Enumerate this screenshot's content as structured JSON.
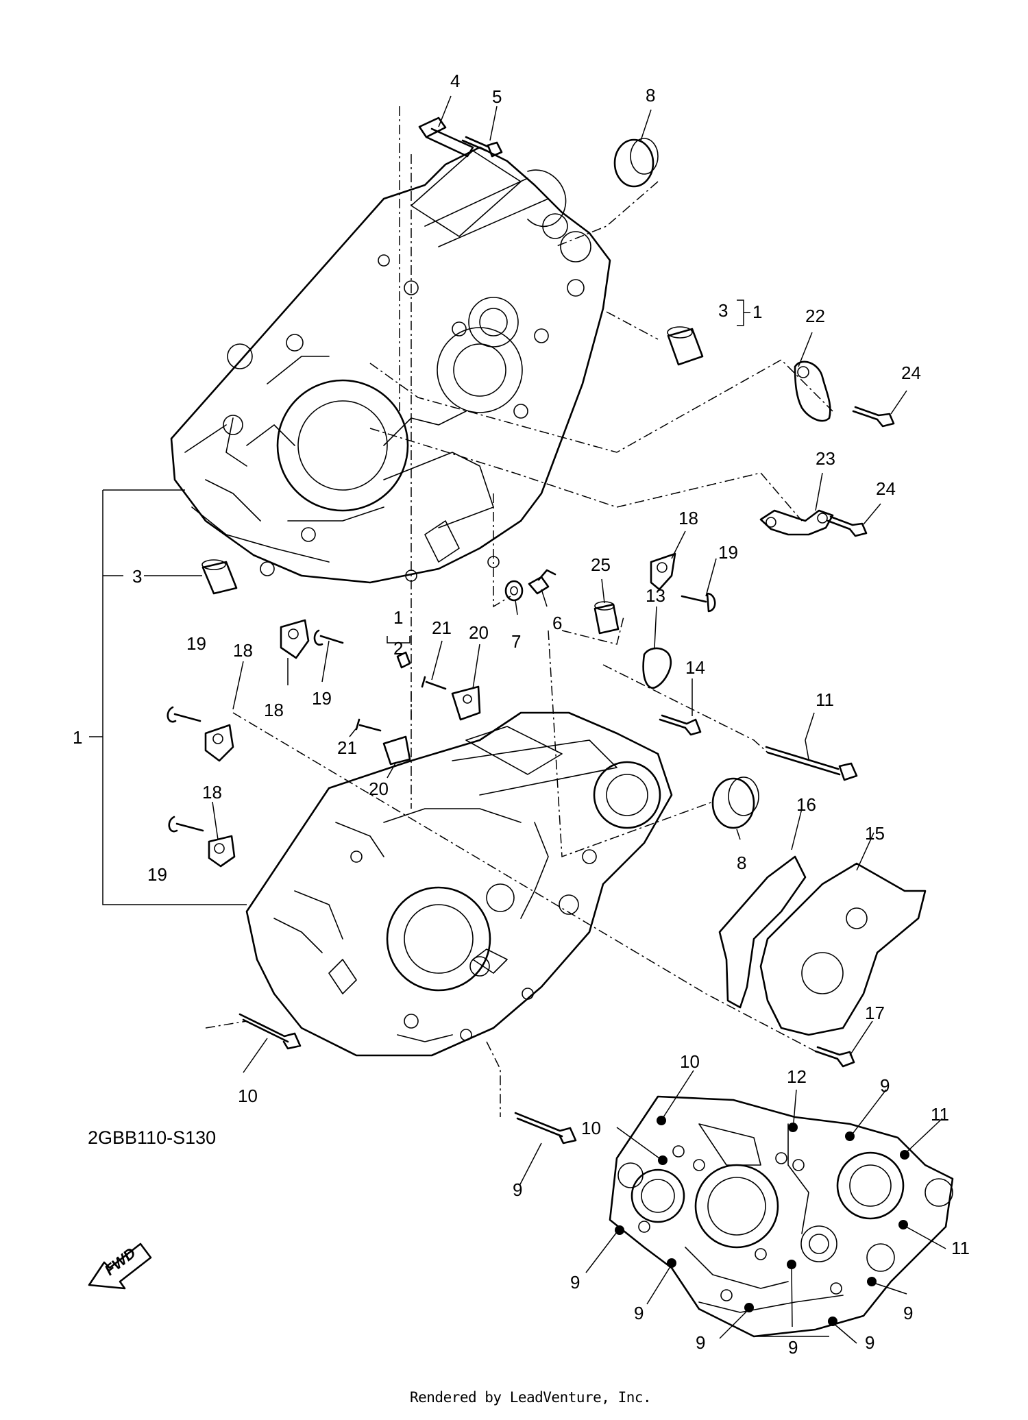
{
  "diagram": {
    "code": "2GBB110-S130",
    "credit": "Rendered by LeadVenture, Inc.",
    "fwd_label": "FWD",
    "callouts": [
      {
        "id": "c4",
        "label": "4"
      },
      {
        "id": "c5",
        "label": "5"
      },
      {
        "id": "c8a",
        "label": "8"
      },
      {
        "id": "c3a",
        "label": "3"
      },
      {
        "id": "c3a1",
        "label": "1"
      },
      {
        "id": "c22",
        "label": "22"
      },
      {
        "id": "c24a",
        "label": "24"
      },
      {
        "id": "c23",
        "label": "23"
      },
      {
        "id": "c24b",
        "label": "24"
      },
      {
        "id": "c18a",
        "label": "18"
      },
      {
        "id": "c19a",
        "label": "19"
      },
      {
        "id": "c25",
        "label": "25"
      },
      {
        "id": "c13",
        "label": "13"
      },
      {
        "id": "c6",
        "label": "6"
      },
      {
        "id": "c7",
        "label": "7"
      },
      {
        "id": "c3b",
        "label": "3"
      },
      {
        "id": "c1a",
        "label": "1"
      },
      {
        "id": "c1b",
        "label": "1"
      },
      {
        "id": "c2",
        "label": "2"
      },
      {
        "id": "c21a",
        "label": "21"
      },
      {
        "id": "c20a",
        "label": "20"
      },
      {
        "id": "c14",
        "label": "14"
      },
      {
        "id": "c19b",
        "label": "19"
      },
      {
        "id": "c18b",
        "label": "18"
      },
      {
        "id": "c18c",
        "label": "18"
      },
      {
        "id": "c19c",
        "label": "19"
      },
      {
        "id": "c21b",
        "label": "21"
      },
      {
        "id": "c20b",
        "label": "20"
      },
      {
        "id": "c11a",
        "label": "11"
      },
      {
        "id": "c8b",
        "label": "8"
      },
      {
        "id": "c16",
        "label": "16"
      },
      {
        "id": "c15",
        "label": "15"
      },
      {
        "id": "c18d",
        "label": "18"
      },
      {
        "id": "c19d",
        "label": "19"
      },
      {
        "id": "c17",
        "label": "17"
      },
      {
        "id": "c10a",
        "label": "10"
      },
      {
        "id": "c10b",
        "label": "10"
      },
      {
        "id": "c12",
        "label": "12"
      },
      {
        "id": "c9a",
        "label": "9"
      },
      {
        "id": "c11b",
        "label": "11"
      },
      {
        "id": "c10c",
        "label": "10"
      },
      {
        "id": "c9b",
        "label": "9"
      },
      {
        "id": "c11c",
        "label": "11"
      },
      {
        "id": "c9c",
        "label": "9"
      },
      {
        "id": "c9d",
        "label": "9"
      },
      {
        "id": "c9e",
        "label": "9"
      },
      {
        "id": "c9f",
        "label": "9"
      },
      {
        "id": "c9g",
        "label": "9"
      },
      {
        "id": "c9h",
        "label": "9"
      }
    ]
  }
}
